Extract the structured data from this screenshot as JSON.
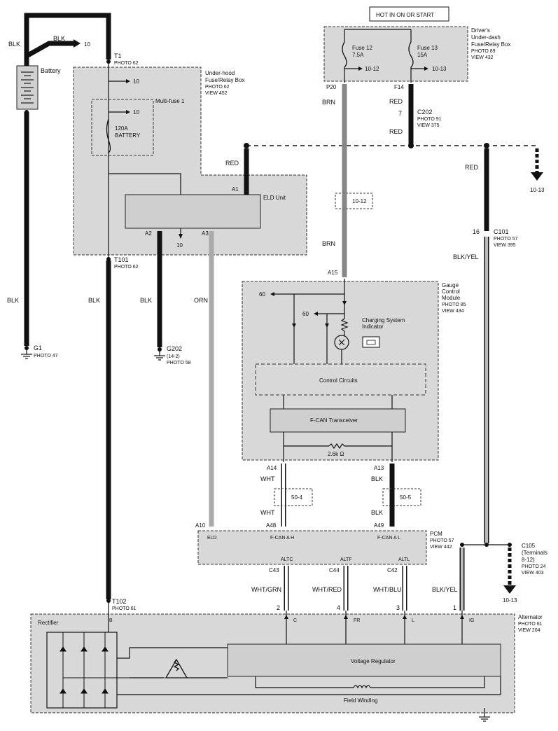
{
  "header": {
    "hot_label": "HOT IN ON OR START"
  },
  "battery": {
    "label": "Battery",
    "wire_top": "BLK",
    "wire_branch": "BLK",
    "branch_ref": "10",
    "wire_ground": "BLK"
  },
  "grounds": {
    "g1": {
      "name": "G1",
      "photo": "PHOTO 47"
    },
    "g202": {
      "name": "G202",
      "sub": "(14-2)",
      "photo": "PHOTO 58"
    }
  },
  "underhood": {
    "title_lines": [
      "Under-hood",
      "Fuse/Relay Box",
      "PHOTO 62",
      "VIEW 452"
    ],
    "t1": "T1",
    "t1_photo": "PHOTO 62",
    "ref_10a": "10",
    "ref_10b": "10",
    "ref_10c": "10",
    "multifuse": "Multi-fuse 1",
    "fuse_rating": "120A",
    "fuse_name": "BATTERY",
    "t101": "T101",
    "t101_photo": "PHOTO 62"
  },
  "eld": {
    "title": "ELD Unit",
    "a1": "A1",
    "a2": "A2",
    "a3": "A3",
    "wire_red": "RED",
    "wire_blk": "BLK",
    "wire_orn": "ORN",
    "wire_blk_t101": "BLK"
  },
  "driver_box": {
    "title_lines": [
      "Driver's",
      "Under-dash",
      "Fuse/Relay Box",
      "PHOTO 89",
      "VIEW 432"
    ],
    "fuse12": "Fuse 12",
    "fuse12_rating": "7.5A",
    "fuse12_ref": "10-12",
    "fuse13": "Fuse 13",
    "fuse13_rating": "15A",
    "fuse13_ref": "10-13",
    "p20": "P20",
    "f14": "F14"
  },
  "c202": {
    "pin": "7",
    "name": "C202",
    "photo": "PHOTO 91",
    "view": "VIEW 375",
    "wire_top": "RED",
    "wire_bottom": "RED"
  },
  "brn": {
    "wire_top": "BRN",
    "wire_bottom": "BRN",
    "ref": "10-12"
  },
  "right_branch": {
    "wire_red": "RED",
    "ref": "10-13"
  },
  "c101": {
    "pin": "16",
    "name": "C101",
    "photo": "PHOTO 57",
    "view": "VIEW 395",
    "wire": "BLK/YEL"
  },
  "gauge": {
    "a15": "A15",
    "title_lines": [
      "Gauge",
      "Control",
      "Module",
      "PHOTO 85",
      "VIEW 434"
    ],
    "ref_60a": "60",
    "ref_60b": "60",
    "indicator_lines": [
      "Charging System",
      "Indicator"
    ],
    "control": "Control Circuits",
    "transceiver": "F-CAN Transceiver",
    "resistor": "2.6k Ω",
    "a14": "A14",
    "a13": "A13"
  },
  "fcan": {
    "wht_top": "WHT",
    "wht_bottom": "WHT",
    "ref_left": "50-4",
    "blk_top": "BLK",
    "blk_bottom": "BLK",
    "ref_right": "50-5"
  },
  "pcm": {
    "a10": "A10",
    "a48": "A48",
    "a49": "A49",
    "eld": "ELD",
    "fcan_h": "F-CAN A H",
    "fcan_l": "F-CAN A L",
    "title_lines": [
      "PCM",
      "PHOTO 57",
      "VIEW 442"
    ],
    "altc": "ALTC",
    "altf": "ALTF",
    "altl": "ALTL",
    "c43": "C43",
    "c44": "C44",
    "c42": "C42"
  },
  "c105": {
    "lines": [
      "C105",
      "(Terminals",
      "8-12)",
      "PHOTO 24",
      "VIEW 403"
    ],
    "ref": "10-13"
  },
  "alt_wires": {
    "w1": "WHT/GRN",
    "p1": "2",
    "w2": "WHT/RED",
    "p2": "4",
    "w3": "WHT/BLU",
    "p3": "3",
    "w4": "BLK/YEL",
    "p4": "1"
  },
  "alternator": {
    "t102": "T102",
    "t102_photo": "PHOTO 61",
    "title_lines": [
      "Alternator",
      "PHOTO 61",
      "VIEW 204"
    ],
    "rectifier": "Rectifier",
    "b": "B",
    "c": "C",
    "fr": "FR",
    "l": "L",
    "ig": "IG",
    "regulator": "Voltage Regulator",
    "field": "Field Winding"
  }
}
